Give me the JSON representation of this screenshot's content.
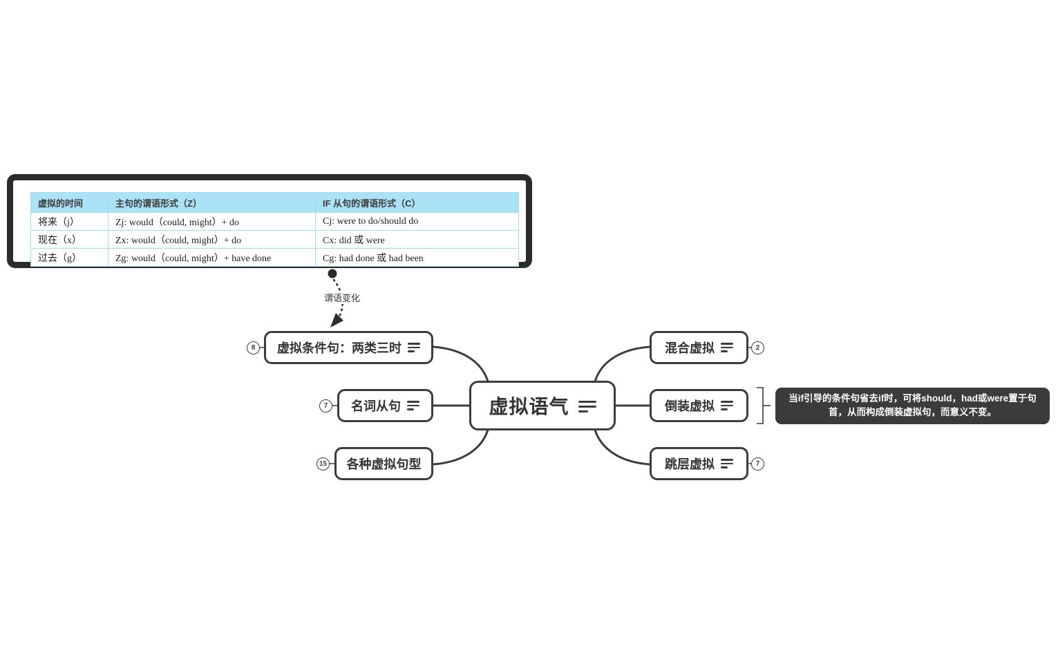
{
  "colors": {
    "line": "#3c3c3c",
    "table_header_bg": "#ace2f6",
    "table_border": "#a3ddf2",
    "image_frame_bg": "#2b2b2b",
    "note_bg": "#3b3b3b",
    "note_text": "#ffffff"
  },
  "table": {
    "columns": [
      "虚拟的时间",
      "主句的谓语形式（Z）",
      "IF 从句的谓语形式（C）"
    ],
    "rows": [
      [
        "将来（j）",
        "Zj: would（could, might）+ do",
        "Cj: were to do/should do"
      ],
      [
        "现在（x）",
        "Zx: would（could, might）+ do",
        "Cx: did 或 were"
      ],
      [
        "过去（g）",
        "Zg: would（could, might）+ have done",
        "Cg: had done 或 had been"
      ]
    ]
  },
  "relationship": {
    "label": "谓语变化"
  },
  "root": {
    "label": "虚拟语气"
  },
  "branches": {
    "left": [
      {
        "label": "虚拟条件句：两类三时",
        "badge": "8"
      },
      {
        "label": "名词从句",
        "badge": "7"
      },
      {
        "label": "各种虚拟句型",
        "badge": "15"
      }
    ],
    "right": [
      {
        "label": "混合虚拟",
        "badge": "2"
      },
      {
        "label": "倒装虚拟"
      },
      {
        "label": "跳层虚拟",
        "badge": "7"
      }
    ]
  },
  "note": {
    "text": "当if引导的条件句省去if时，可将should，had或were置于句首，从而构成倒装虚拟句，而意义不变。"
  }
}
